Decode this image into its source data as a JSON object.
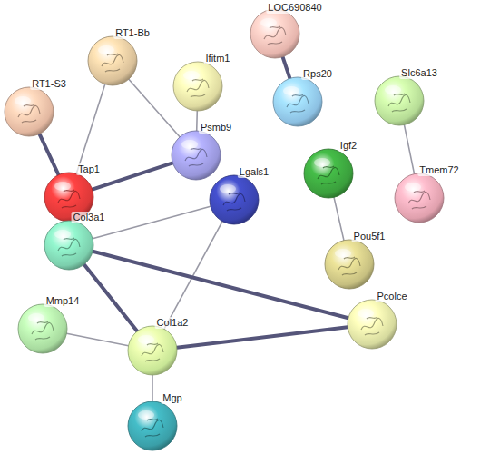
{
  "diagram": {
    "nodes": [
      {
        "text": [
          "LOC690840"
        ]
      },
      {
        "text": [
          "RT1-Bb"
        ]
      },
      {
        "text": [
          "Ifitm1"
        ]
      },
      {
        "text": [
          "Rps20"
        ]
      },
      {
        "text": [
          "Slc6a13"
        ]
      },
      {
        "text": [
          "RT1-S3"
        ]
      },
      {
        "text": [
          "Psmb9"
        ]
      },
      {
        "text": [
          "Igf2"
        ]
      },
      {
        "text": [
          "Tap1"
        ]
      },
      {
        "text": [
          "Lgals1"
        ]
      },
      {
        "text": [
          "Tmem72"
        ]
      },
      {
        "text": [
          "Col3a1"
        ]
      },
      {
        "text": [
          "Pou5f1"
        ]
      },
      {
        "text": [
          "Pcolce"
        ]
      },
      {
        "text": [
          "Mmp14"
        ]
      },
      {
        "text": [
          "Col1a2"
        ]
      },
      {
        "text": [
          "Mgp"
        ]
      }
    ],
    "edges": [
      {
        "from": 5,
        "to": 8,
        "arrow": "none"
      },
      {
        "from": 1,
        "to": 8,
        "arrow": "none"
      },
      {
        "from": 1,
        "to": 6,
        "arrow": "none"
      },
      {
        "from": 2,
        "to": 6,
        "arrow": "none"
      },
      {
        "from": 8,
        "to": 6,
        "arrow": "none"
      },
      {
        "from": 0,
        "to": 3,
        "arrow": "none"
      },
      {
        "from": 4,
        "to": 10,
        "arrow": "none"
      },
      {
        "from": 7,
        "to": 12,
        "arrow": "none"
      },
      {
        "from": 11,
        "to": 9,
        "arrow": "none"
      },
      {
        "from": 9,
        "to": 15,
        "arrow": "none"
      },
      {
        "from": 11,
        "to": 15,
        "arrow": "none"
      },
      {
        "from": 11,
        "to": 13,
        "arrow": "none"
      },
      {
        "from": 15,
        "to": 13,
        "arrow": "none"
      },
      {
        "from": 14,
        "to": 15,
        "arrow": "none"
      },
      {
        "from": 15,
        "to": 16,
        "arrow": "none"
      }
    ]
  }
}
